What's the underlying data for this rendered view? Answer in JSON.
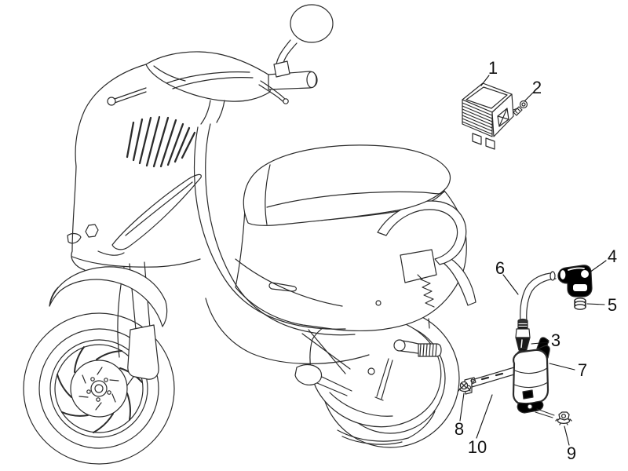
{
  "page": {
    "background_color": "#ffffff",
    "line_color": "#2b2b2b",
    "accent_black": "#000000"
  },
  "figure": {
    "type": "exploded-parts-diagram",
    "callouts": [
      {
        "number": "1"
      },
      {
        "number": "2"
      },
      {
        "number": "3"
      },
      {
        "number": "4"
      },
      {
        "number": "5"
      },
      {
        "number": "6"
      },
      {
        "number": "7"
      },
      {
        "number": "8"
      },
      {
        "number": "9"
      },
      {
        "number": "10"
      }
    ]
  }
}
